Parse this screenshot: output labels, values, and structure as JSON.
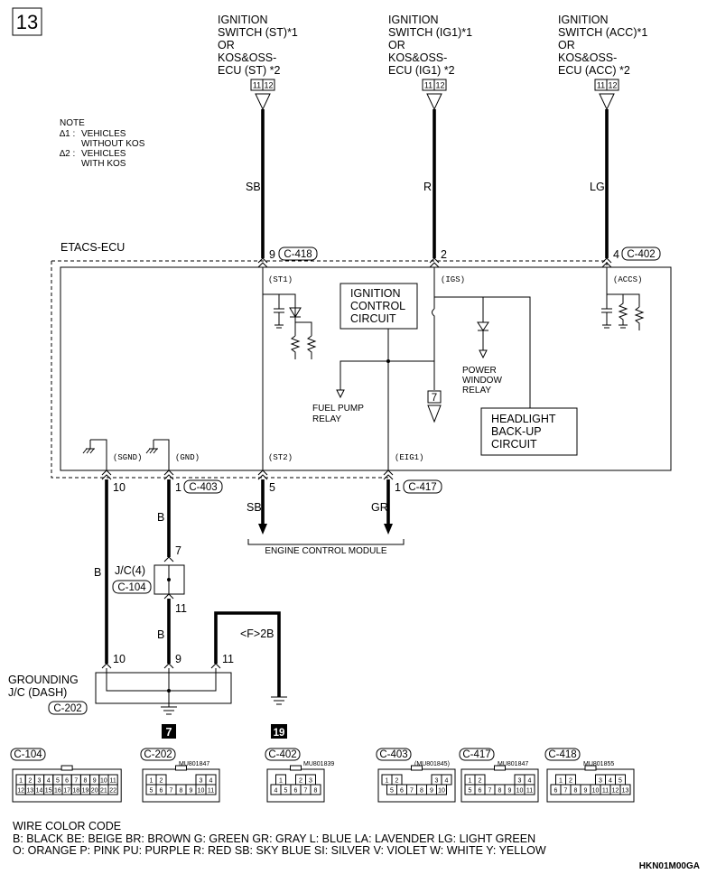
{
  "page_number": "13",
  "sources": [
    {
      "lines": [
        "IGNITION",
        "SWITCH (ST)*1",
        "OR",
        "KOS&OSS-",
        "ECU (ST) *2"
      ],
      "pins": [
        "11",
        "12"
      ],
      "color": "SB"
    },
    {
      "lines": [
        "IGNITION",
        "SWITCH (IG1)*1",
        "OR",
        "KOS&OSS-",
        "ECU (IG1) *2"
      ],
      "pins": [
        "11",
        "12"
      ],
      "color": "R"
    },
    {
      "lines": [
        "IGNITION",
        "SWITCH (ACC)*1",
        "OR",
        "KOS&OSS-",
        "ECU (ACC) *2"
      ],
      "pins": [
        "11",
        "12"
      ],
      "color": "LG"
    }
  ],
  "note": {
    "title": "NOTE",
    "items": [
      {
        "mark": "∆1 :",
        "lines": [
          "VEHICLES",
          "WITHOUT KOS"
        ]
      },
      {
        "mark": "∆2 :",
        "lines": [
          "VEHICLES",
          "WITH KOS"
        ]
      }
    ]
  },
  "ecu": {
    "label": "ETACS-ECU",
    "top_pins": [
      {
        "pin": "9",
        "conn": "C-418"
      },
      {
        "pin": "2",
        "conn": ""
      },
      {
        "pin": "4",
        "conn": "C-402"
      }
    ],
    "signals_top": [
      "(ST1)",
      "(IGS)",
      "(ACCS)"
    ],
    "ignition_control": [
      "IGNITION",
      "CONTROL",
      "CIRCUIT"
    ],
    "fuel_pump": [
      "FUEL PUMP",
      "RELAY"
    ],
    "power_window": [
      "POWER",
      "WINDOW",
      "RELAY"
    ],
    "headlight": [
      "HEADLIGHT",
      "BACK-UP",
      "CIRCUIT"
    ],
    "ref7": "7",
    "signals_bottom": [
      "(SGND)",
      "(GND)",
      "(ST2)",
      "(EIG1)"
    ],
    "bottom_pins": [
      {
        "pin": "10",
        "conn": ""
      },
      {
        "pin": "1",
        "conn": "C-403"
      },
      {
        "pin": "5",
        "conn": ""
      },
      {
        "pin": "1",
        "conn": "C-417"
      }
    ]
  },
  "wires": {
    "sgnd": "B",
    "gnd_upper": "B",
    "gnd_lower": "B",
    "st2": "SB",
    "eig1": "GR"
  },
  "ecm": "ENGINE CONTROL MODULE",
  "jc4": {
    "label": "J/C(4)",
    "conn": "C-104",
    "pin_top": "7",
    "pin_bottom": "11"
  },
  "grounding": {
    "lines": [
      "GROUNDING",
      "J/C (DASH)"
    ],
    "conn": "C-202",
    "pins": [
      "10",
      "9",
      "11"
    ]
  },
  "fsheet": "<F>2B",
  "ground_refs": [
    "7",
    "19"
  ],
  "connectors": [
    {
      "id": "C-104",
      "part": "",
      "rows": [
        [
          "1",
          "2",
          "3",
          "4",
          "5",
          "6",
          "7",
          "8",
          "9",
          "10",
          "11"
        ],
        [
          "12",
          "13",
          "14",
          "15",
          "16",
          "17",
          "18",
          "19",
          "20",
          "21",
          "22"
        ]
      ]
    },
    {
      "id": "C-202",
      "part": "MU801847",
      "rows": [
        [
          "1",
          "2",
          "",
          "",
          "",
          "3",
          "4"
        ],
        [
          "5",
          "6",
          "7",
          "8",
          "9",
          "10",
          "11"
        ]
      ]
    },
    {
      "id": "C-402",
      "part": "MU801839",
      "rows": [
        [
          "1",
          "",
          "2",
          "3"
        ],
        [
          "4",
          "5",
          "6",
          "7",
          "8"
        ]
      ]
    },
    {
      "id": "C-403",
      "part": "(MU801845)",
      "rows": [
        [
          "1",
          "2",
          "",
          "",
          "",
          "3",
          "4"
        ],
        [
          "5",
          "6",
          "7",
          "8",
          "9",
          "10"
        ]
      ]
    },
    {
      "id": "C-417",
      "part": "MU801847",
      "rows": [
        [
          "1",
          "2",
          "",
          "",
          "",
          "3",
          "4"
        ],
        [
          "5",
          "6",
          "7",
          "8",
          "9",
          "10",
          "11"
        ]
      ]
    },
    {
      "id": "C-418",
      "part": "MU801855",
      "rows": [
        [
          "1",
          "2",
          "",
          "",
          "3",
          "4",
          "5"
        ],
        [
          "6",
          "7",
          "8",
          "9",
          "10",
          "11",
          "12",
          "13"
        ]
      ]
    }
  ],
  "color_code": {
    "title": "WIRE COLOR CODE",
    "line1": "B: BLACK   BE: BEIGE   BR: BROWN   G: GREEN   GR: GRAY   L: BLUE   LA: LAVENDER   LG: LIGHT GREEN",
    "line2": "O: ORANGE   P: PINK   PU: PURPLE   R: RED   SB: SKY BLUE   SI: SILVER   V: VIOLET   W: WHITE   Y: YELLOW"
  },
  "doc_code": "HKN01M00GA"
}
